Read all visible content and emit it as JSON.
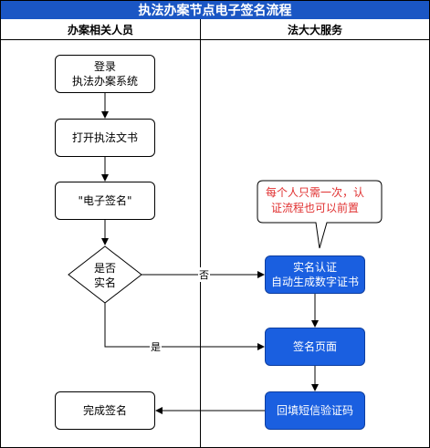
{
  "title": "执法办案节点电子签名流程",
  "lanes": [
    {
      "label": "办案相关人员"
    },
    {
      "label": "法大大服务"
    }
  ],
  "nodes": {
    "login": "登录\n执法办案系统",
    "open_doc": "打开执法文书",
    "esign": "\"电子签名\"",
    "decision": "是否\n实名",
    "realname": "实名认证\n自动生成数字证书",
    "sign_page": "签名页面",
    "sms": "回填短信验证码",
    "done": "完成签名"
  },
  "edge_labels": {
    "no": "否",
    "yes": "是"
  },
  "callout": "每个人只需一次，认\n证流程也可以前置",
  "colors": {
    "title_bg": "#1a56c4",
    "blue_node": "#1a5fe0",
    "callout_text": "#e03030"
  }
}
